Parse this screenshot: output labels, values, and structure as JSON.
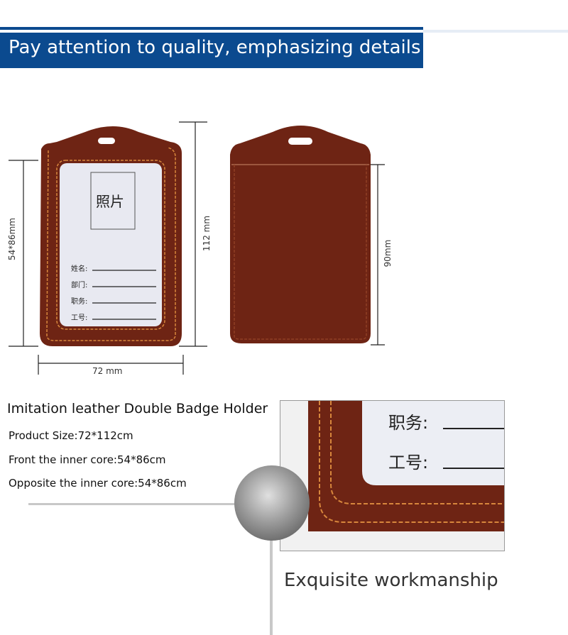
{
  "header": {
    "title": "Pay attention to quality, emphasizing details"
  },
  "dimensions": {
    "inner_front": "54*86mm",
    "height": "112 mm",
    "width": "72 mm",
    "inner_back": "90mm"
  },
  "badge_front": {
    "photo_label": "照片",
    "fields": [
      "姓名:",
      "部门:",
      "职务:",
      "工号:"
    ]
  },
  "product": {
    "title": "Imitation leather Double Badge Holder",
    "specs": [
      "Product Size:72*112cm",
      "Front the inner core:54*86cm",
      "Opposite the inner core:54*86cm"
    ]
  },
  "detail": {
    "fields": [
      "职务:",
      "工号:"
    ],
    "caption": "Exquisite workmanship"
  },
  "colors": {
    "header": "#0b4a8f",
    "leather": "#6e2414",
    "stitch": "#d7863c"
  }
}
